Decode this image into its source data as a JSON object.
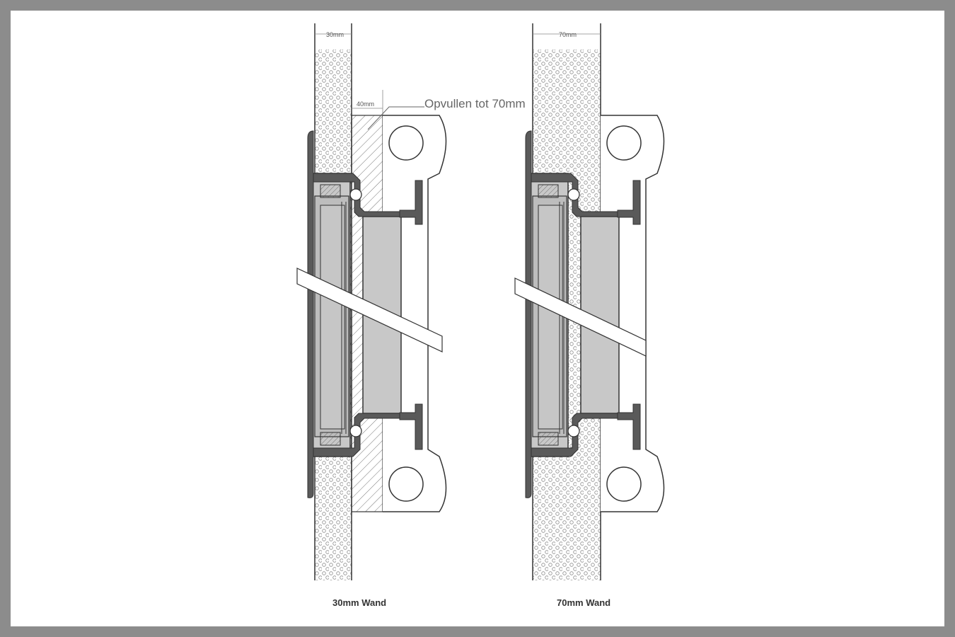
{
  "diagram": {
    "left_panel": {
      "wall_dimension": "30mm",
      "filler_dimension": "40mm",
      "note": "Opvullen tot 70mm",
      "caption": "30mm Wand"
    },
    "right_panel": {
      "wall_dimension": "70mm",
      "caption": "70mm Wand"
    },
    "colors": {
      "frame": "#555555",
      "panel": "#c8c8c8",
      "outline": "#333333",
      "wall_dots": "#888888",
      "hatch": "#666666"
    }
  }
}
